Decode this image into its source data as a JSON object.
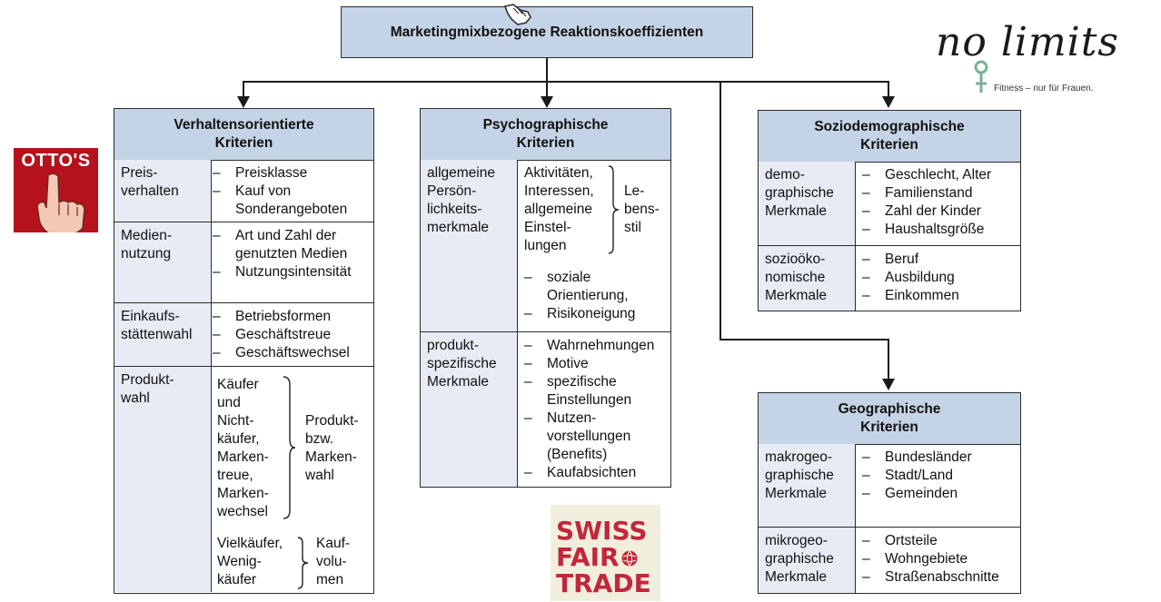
{
  "title": "Marketingmixbezogene Reaktionskoeffizienten",
  "verhalten": {
    "header": [
      "Verhaltensorientierte",
      "Kriterien"
    ],
    "rows": [
      {
        "label": "Preis-\nverhalten",
        "items": [
          "Preisklasse",
          "Kauf von\nSonderangeboten"
        ]
      },
      {
        "label": "Medien-\nnutzung",
        "items": [
          "Art und Zahl der\ngenutzten Medien",
          "Nutzungsintensität"
        ]
      },
      {
        "label": "Einkaufs-\nstättenwahl",
        "items": [
          "Betriebsformen",
          "Geschäftstreue",
          "Geschäftswechsel"
        ]
      },
      {
        "label": "Produkt-\nwahl",
        "group1": "Käufer\nund\nNicht-\nkäufer,\nMarken-\ntreue,\nMarken-\nwechsel",
        "group1_note": "Produkt-\nbzw.\nMarken-\nwahl",
        "group2": "Vielkäufer,\nWenig-\nkäufer",
        "group2_note": "Kauf-\nvolu-\nmen"
      }
    ]
  },
  "psycho": {
    "header": [
      "Psychographische",
      "Kriterien"
    ],
    "rows": [
      {
        "label": "allgemeine\nPersön-\nlichkeits-\nmerkmale",
        "group": "Aktivitäten,\nInteressen,\nallgemeine\nEinstel-\nlungen",
        "group_note": "Le-\nbens-\nstil",
        "items": [
          "soziale\nOrientierung,",
          "Risikoneigung"
        ]
      },
      {
        "label": "produkt-\nspezifische\nMerkmale",
        "items": [
          "Wahrnehmungen",
          "Motive",
          "spezifische\nEinstellungen",
          "Nutzen-\nvorstellungen\n(Benefits)",
          "Kaufabsichten"
        ]
      }
    ]
  },
  "sozio": {
    "header": [
      "Soziodemographische",
      "Kriterien"
    ],
    "rows": [
      {
        "label": "demo-\ngraphische\nMerkmale",
        "items": [
          "Geschlecht, Alter",
          "Familienstand",
          "Zahl der Kinder",
          "Haushaltsgröße"
        ]
      },
      {
        "label": "sozioöko-\nnomische\nMerkmale",
        "items": [
          "Beruf",
          "Ausbildung",
          "Einkommen"
        ]
      }
    ]
  },
  "geo": {
    "header": [
      "Geographische",
      "Kriterien"
    ],
    "rows": [
      {
        "label": "makrogeo-\ngraphische\nMerkmale",
        "items": [
          "Bundesländer",
          "Stadt/Land",
          "Gemeinden"
        ]
      },
      {
        "label": "mikrogeo-\ngraphische\nMerkmale",
        "items": [
          "Ortsteile",
          "Wohngebiete",
          "Straßenabschnitte"
        ]
      }
    ]
  },
  "logos": {
    "ottos": "OTTO'S",
    "nolimits": "no limits",
    "nolimits_tag": "Fitness – nur für Frauen.",
    "swiss": [
      "SWISS",
      "FAIR",
      "TRADE"
    ]
  },
  "colors": {
    "header": "#c5d3e6",
    "label": "#e7ecf4",
    "ottos_red": "#b5121b",
    "swiss_red": "#c2273b"
  }
}
